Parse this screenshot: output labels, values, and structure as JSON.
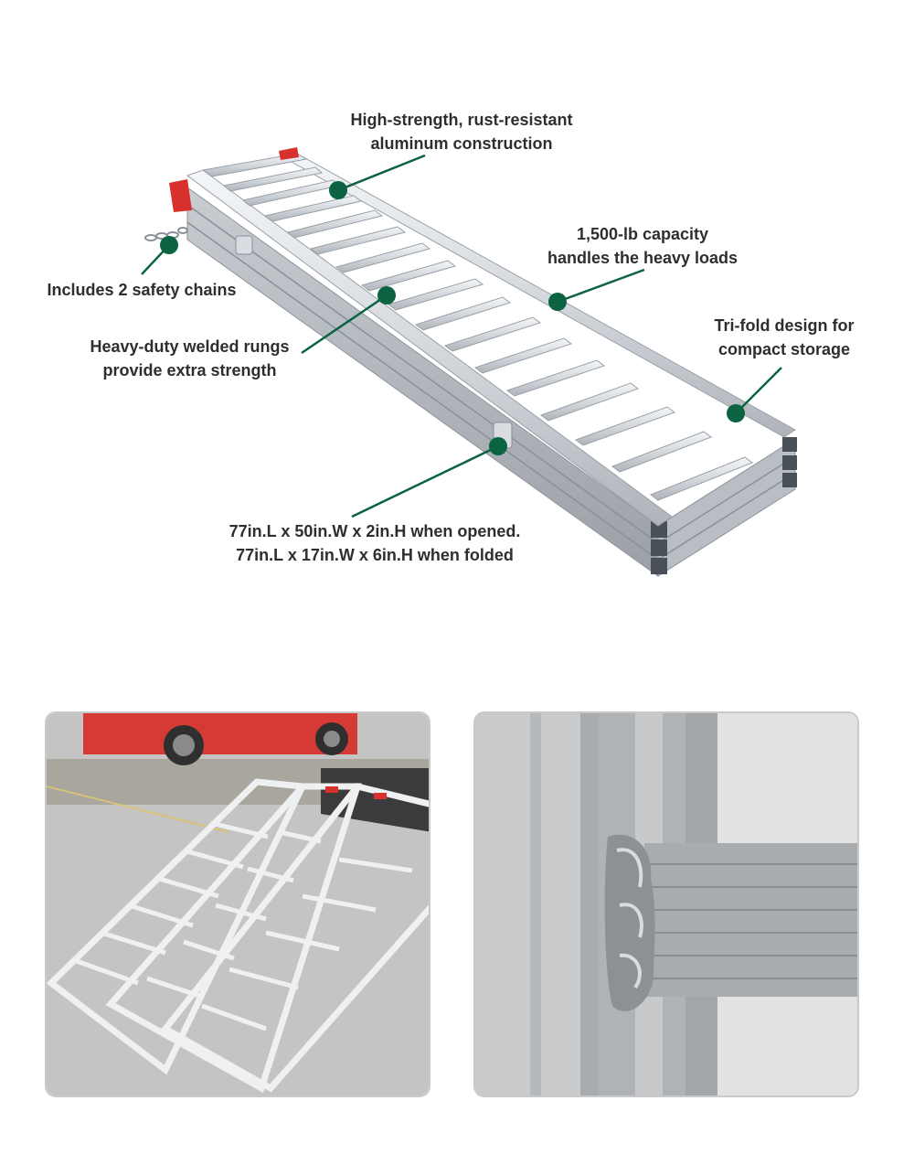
{
  "accent_color": "#0b6342",
  "features": [
    {
      "id": "construction",
      "lines": [
        "High-strength, rust-resistant",
        "aluminum construction"
      ]
    },
    {
      "id": "capacity",
      "lines": [
        "1,500-lb capacity",
        "handles the heavy loads"
      ]
    },
    {
      "id": "chains",
      "lines": [
        "Includes 2 safety chains"
      ]
    },
    {
      "id": "trifold",
      "lines": [
        "Tri-fold design for",
        "compact storage"
      ]
    },
    {
      "id": "rungs",
      "lines": [
        "Heavy-duty welded rungs",
        "provide extra strength"
      ]
    },
    {
      "id": "dimensions",
      "lines": [
        "77in.L x 50in.W x 2in.H when opened.",
        "77in.L x 17in.W x 6in.H when folded"
      ]
    }
  ],
  "photos": [
    {
      "id": "in-use",
      "subject": "unfolded ramp leaning on truck tailgate"
    },
    {
      "id": "weld-closeup",
      "subject": "close-up of welded rung joint"
    }
  ]
}
